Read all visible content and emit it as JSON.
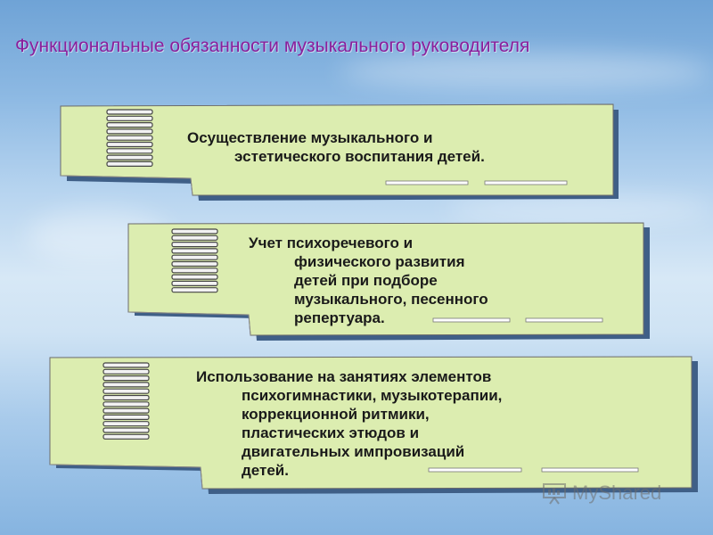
{
  "title": "Функциональные обязанности музыкального руководителя",
  "cards": [
    {
      "lines": [
        "Осуществление музыкального и",
        "эстетического воспитания детей."
      ]
    },
    {
      "lines": [
        "Учет психоречевого и",
        "физического развития",
        "детей при подборе",
        "музыкального, песенного",
        "репертуара."
      ]
    },
    {
      "lines": [
        "Использование на занятиях элементов",
        "психогимнастики, музыкотерапии,",
        "коррекционной ритмики,",
        "пластических этюдов и",
        "двигательных импровизаций",
        "детей."
      ]
    }
  ],
  "watermark": {
    "text": "MyShared",
    "icon": "presentation-board-icon"
  },
  "colors": {
    "title": "#8b1f9c",
    "card_fill": "#dcedb0",
    "card_shadow": "#3f5f87"
  }
}
